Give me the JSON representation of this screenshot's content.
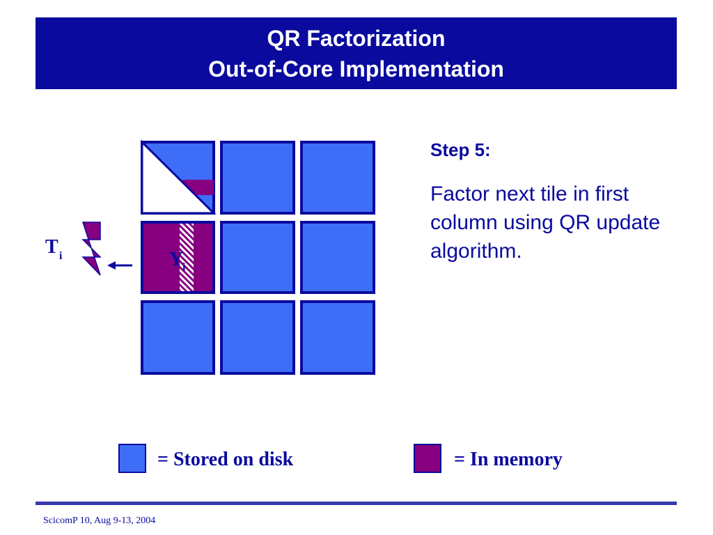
{
  "header": {
    "title_line1": "QR Factorization",
    "title_line2": "Out-of-Core Implementation"
  },
  "diagram": {
    "t_label": "T",
    "t_subscript": "i",
    "y_label": "Y",
    "y_subscript": "i",
    "colors": {
      "disk": "#3e6ef8",
      "memory": "#860080",
      "border": "#0a0a9e"
    }
  },
  "step": {
    "title": "Step 5:",
    "description": "Factor next tile in first column using QR update algorithm."
  },
  "legend": {
    "disk_label": "=  Stored on disk",
    "memory_label": "=  In memory"
  },
  "footer": {
    "text": "ScicomP 10, Aug 9-13, 2004"
  }
}
